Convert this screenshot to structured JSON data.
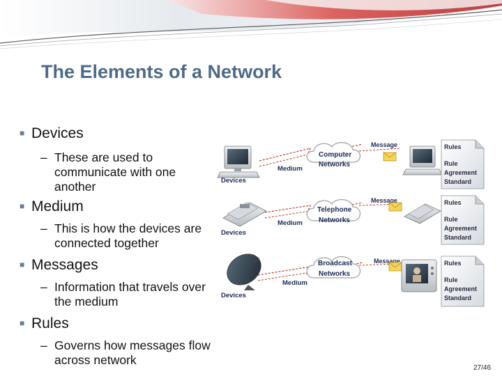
{
  "slide": {
    "title": "The Elements of a Network",
    "page_number": "27/46",
    "bullets": [
      {
        "label": "Devices",
        "sub": "These are used to communicate with one another"
      },
      {
        "label": "Medium",
        "sub": "This is how the devices are connected together"
      },
      {
        "label": "Messages",
        "sub": "Information that travels over the medium"
      },
      {
        "label": "Rules",
        "sub": "Governs how messages flow across network"
      }
    ]
  },
  "diagram": {
    "rows": [
      {
        "devices": "Devices",
        "medium": "Medium",
        "cloud_line1": "Computer",
        "cloud_line2": "Networks",
        "message": "Message",
        "rules": "Rules",
        "doc_line1": "Rule",
        "doc_line2": "Agreement",
        "doc_line3": "Standard"
      },
      {
        "devices": "Devices",
        "medium": "Medium",
        "cloud_line1": "Telephone",
        "cloud_line2": "Networks",
        "message": "Message",
        "rules": "Rules",
        "doc_line1": "Rule",
        "doc_line2": "Agreement",
        "doc_line3": "Standard"
      },
      {
        "devices": "Devices",
        "medium": "Medium",
        "cloud_line1": "Broadcast",
        "cloud_line2": "Networks",
        "message": "Message",
        "rules": "Rules",
        "doc_line1": "Rule",
        "doc_line2": "Agreement",
        "doc_line3": "Standard"
      }
    ]
  },
  "colors": {
    "title": "#4f6a86",
    "accent_red": "#c0392b",
    "label_navy": "#1b2a55"
  },
  "icons": [
    "bullet-square-icon",
    "desktop-computer-icon",
    "telephone-icon",
    "satellite-dish-icon",
    "television-icon",
    "cloud-icon",
    "envelope-icon",
    "document-icon"
  ]
}
